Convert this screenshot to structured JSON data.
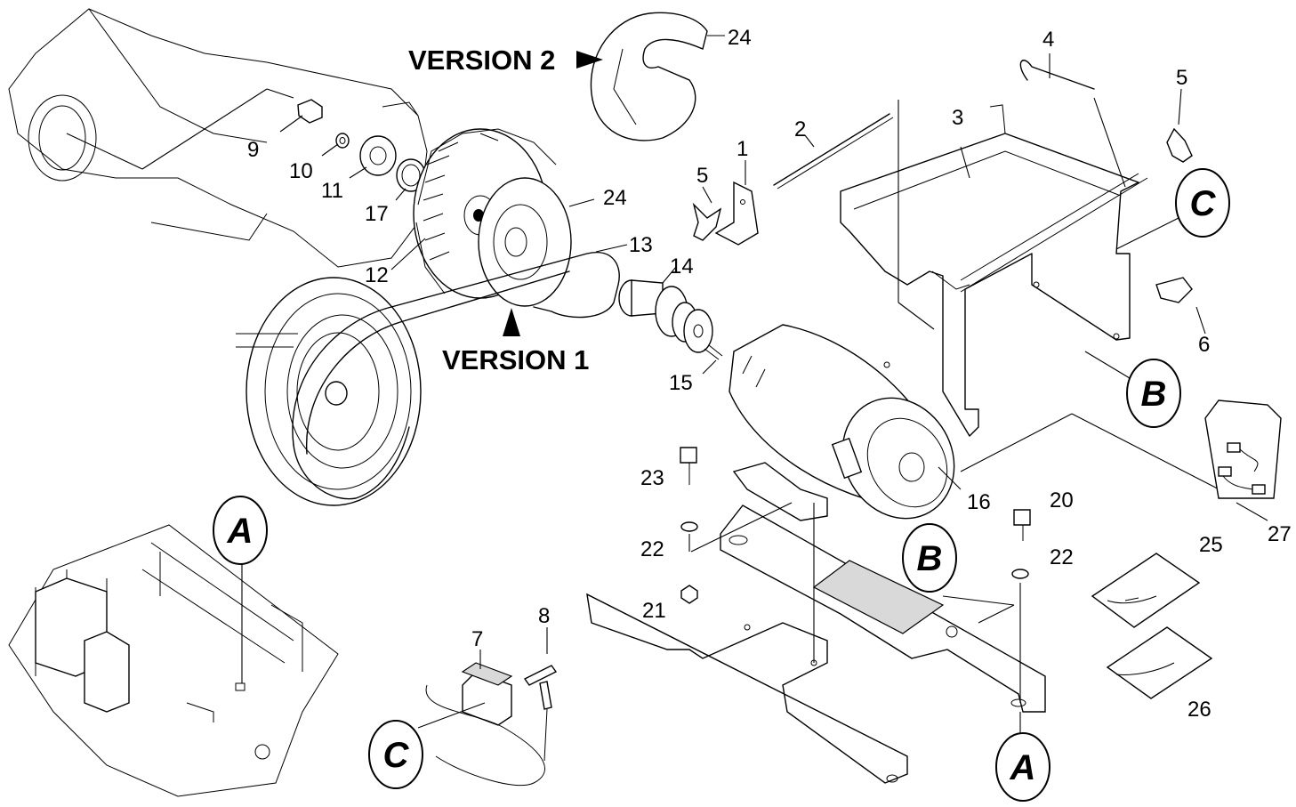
{
  "diagram": {
    "version_labels": {
      "version2": "VERSION 2",
      "version1": "VERSION 1"
    },
    "callouts": [
      "24",
      "4",
      "5",
      "9",
      "10",
      "11",
      "17",
      "2",
      "3",
      "1",
      "5",
      "24",
      "12",
      "13",
      "14",
      "6",
      "15",
      "23",
      "16",
      "20",
      "22",
      "22",
      "21",
      "25",
      "27",
      "8",
      "7",
      "26"
    ],
    "connectors": {
      "c_top_right": "C",
      "b_right": "B",
      "a_left": "A",
      "b_center": "B",
      "c_bottom": "C",
      "a_bottom": "A"
    }
  }
}
